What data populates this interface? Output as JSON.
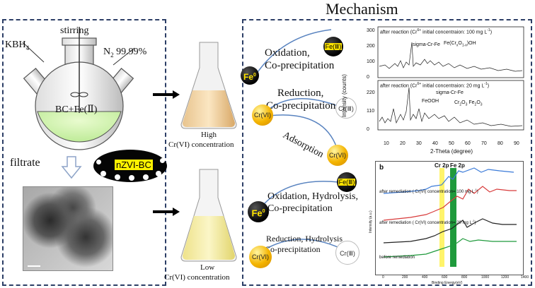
{
  "title": "Mechanism",
  "left": {
    "stirring": "stirring",
    "kbh4": "KBH",
    "kbh4_sub": "4",
    "n2": "N",
    "n2_sub": "2",
    "n2_purity": " 99.99%",
    "flask_content": "BC+Fe(Ⅱ)",
    "filtrate": "filtrate",
    "product": "nZVI-BC"
  },
  "high": {
    "line1": "High",
    "line2": "Cr(VI) concentration"
  },
  "low": {
    "line1": "Low",
    "line2": "Cr(VI)  concentration"
  },
  "mech_top": {
    "oxidation": "Oxidation,",
    "coprecip": "Co-precipitation",
    "fe0": "Fe",
    "fe0_sup": "0",
    "fe3": "Fe(Ⅲ)",
    "reduction": "Reduction,",
    "coprecip2": "Co-precipitation",
    "cr6": "Cr(VI)",
    "cr3": "Cr(Ⅲ)",
    "adsorption": "Adsorption",
    "cr6b": "Cr(VI)"
  },
  "mech_bottom": {
    "oxhy": "Oxidation, Hydrolysis,",
    "coprecip": "Co-precipitation",
    "fe3": "Fe(Ⅲ)",
    "fe0": "Fe",
    "fe0_sup": "0",
    "redhy": "Reduction, Hydrolysis",
    "coprecip2": "Co-precipitation",
    "cr6": "Cr(VI)",
    "cr3": "Cr(Ⅲ)"
  },
  "xrd": {
    "top_label": "after reaction (Cr",
    "top_label2": " initial concentraion: 100 mg L",
    "top_sigma": "sigma-Cr-Fe",
    "top_fe": "Fe(Cr",
    "top_fe2": "O",
    "top_fe3": ")OH",
    "bot_label": "after reaction (Cr",
    "bot_label2": " initial concentraion: 20 mg L",
    "bot_sigma": "sigma-Cr-Fe",
    "bot_feooh": "FeOOH",
    "bot_cr2o3": "Cr",
    "bot_cr2o3b": "O",
    "bot_fe2o3": " Fe",
    "bot_fe2o3b": "O",
    "ylabel": "Intensity (counts)",
    "xlabel": "2-Theta (degree)",
    "top_yticks": [
      "300",
      "200",
      "100",
      "0"
    ],
    "bot_yticks": [
      "220",
      "110",
      "0"
    ],
    "xticks": [
      "10",
      "20",
      "30",
      "40",
      "50",
      "60",
      "70",
      "80",
      "90"
    ]
  },
  "xps": {
    "tag": "b",
    "cr2p": "Cr 2p",
    "fe2p": "Fe 2p",
    "l1": "after remediation ( Cr(VI) concentration= 100 mg L",
    "l2": "after remediation ( Cr(VI) concentration= 20 mg L",
    "l3": "before remediation",
    "ylabel": "Intensity (a.u.)",
    "xlabel": "Binding Energy(eV)",
    "xticks": [
      "0",
      "200",
      "400",
      "600",
      "800",
      "1000",
      "1200",
      "1400"
    ]
  }
}
